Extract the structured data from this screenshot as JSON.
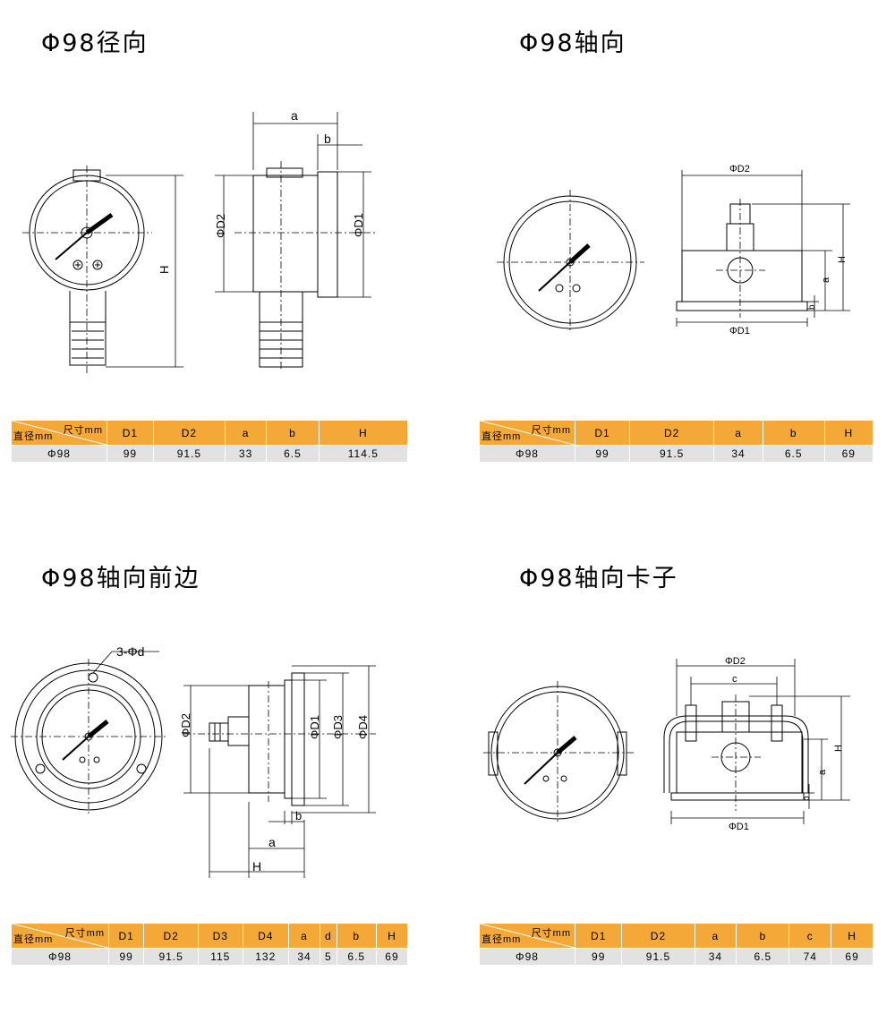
{
  "sections": [
    {
      "title": "Φ98径向",
      "table": {
        "corner_top": "尺寸mm",
        "corner_bottom": "直径mm",
        "headers": [
          "D1",
          "D2",
          "a",
          "b",
          "H"
        ],
        "row_label": "Φ98",
        "values": [
          "99",
          "91.5",
          "33",
          "6.5",
          "114.5"
        ]
      },
      "labels": {
        "a": "a",
        "b": "b",
        "h": "H",
        "d2": "ΦD2",
        "d1": "ΦD1"
      }
    },
    {
      "title": "Φ98轴向",
      "table": {
        "corner_top": "尺寸mm",
        "corner_bottom": "直径mm",
        "headers": [
          "D1",
          "D2",
          "a",
          "b",
          "H"
        ],
        "row_label": "Φ98",
        "values": [
          "99",
          "91.5",
          "34",
          "6.5",
          "69"
        ]
      },
      "labels": {
        "d2": "ΦD2",
        "d1": "ΦD1",
        "h": "H",
        "a": "a",
        "b": "b"
      }
    },
    {
      "title": "Φ98轴向前边",
      "table": {
        "corner_top": "尺寸mm",
        "corner_bottom": "直径mm",
        "headers": [
          "D1",
          "D2",
          "D3",
          "D4",
          "a",
          "d",
          "b",
          "H"
        ],
        "row_label": "Φ98",
        "values": [
          "99",
          "91.5",
          "115",
          "132",
          "34",
          "5",
          "6.5",
          "69"
        ]
      },
      "labels": {
        "hole": "3-Φd",
        "d2": "ΦD2",
        "d1": "ΦD1",
        "d3": "ΦD3",
        "d4": "ΦD4",
        "a": "a",
        "b": "b",
        "h": "H"
      }
    },
    {
      "title": "Φ98轴向卡子",
      "table": {
        "corner_top": "尺寸mm",
        "corner_bottom": "直径mm",
        "headers": [
          "D1",
          "D2",
          "a",
          "b",
          "c",
          "H"
        ],
        "row_label": "Φ98",
        "values": [
          "99",
          "91.5",
          "34",
          "6.5",
          "74",
          "69"
        ]
      },
      "labels": {
        "d2": "ΦD2",
        "c": "c",
        "h": "H",
        "a": "a",
        "b": "b",
        "d1": "ΦD1"
      }
    }
  ]
}
